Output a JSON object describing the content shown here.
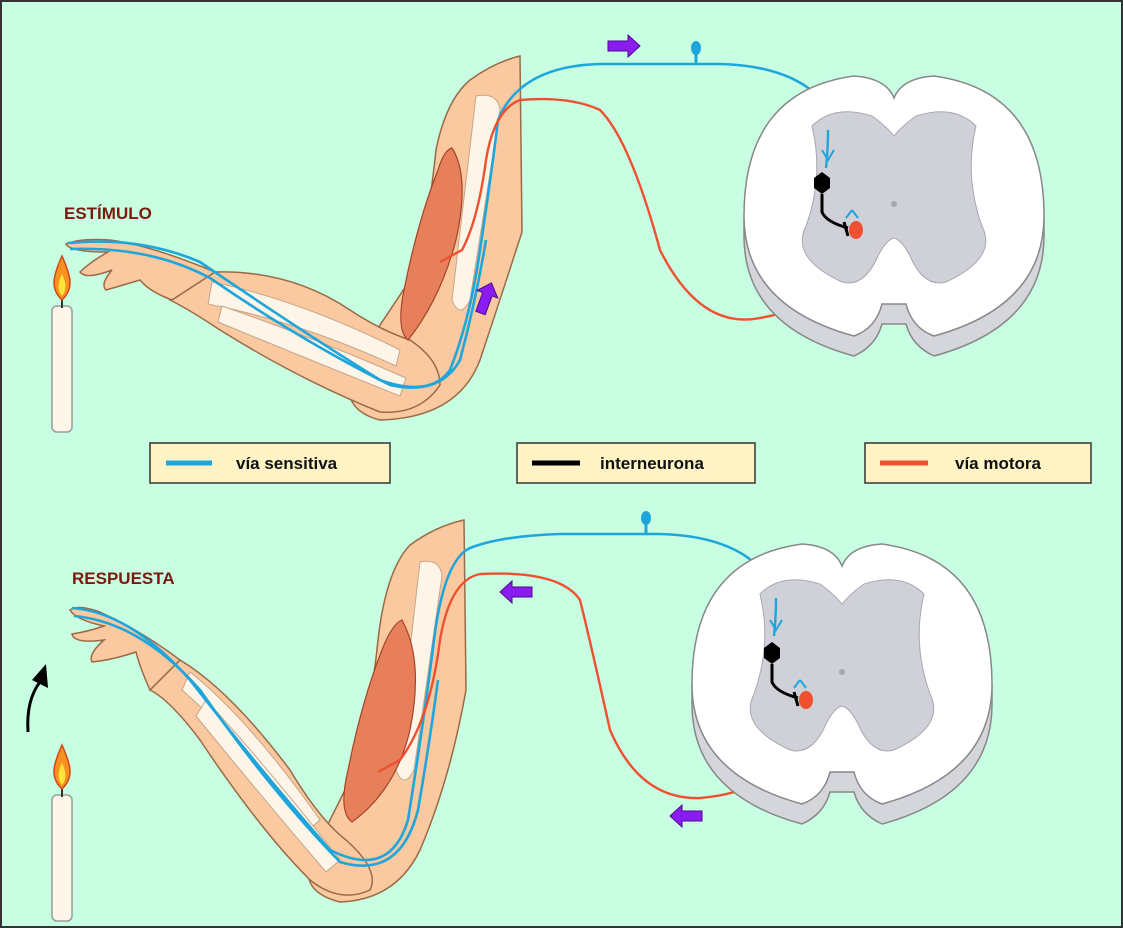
{
  "labels": {
    "stimulus": "ESTÍMULO",
    "response": "RESPUESTA"
  },
  "legend": [
    {
      "label": "vía sensitiva",
      "color": "#1ea6dc"
    },
    {
      "label": "interneurona",
      "color": "#000000"
    },
    {
      "label": "vía motora",
      "color": "#ee5030"
    }
  ],
  "colors": {
    "background": "#c8ffe2",
    "border": "#333333",
    "skin": "#fbc9a0",
    "skin_outline": "#9a6a46",
    "bone": "#fdf5e8",
    "muscle": "#e77f5a",
    "spinal_white": "#ffffff",
    "spinal_grey": "#cfd0d8",
    "spinal_edge": "#a7a8b0",
    "legend_box": "#fdf3c5",
    "arrow": "#8a1cf2",
    "flame": "#f7921e",
    "candle": "#fff6ea"
  }
}
